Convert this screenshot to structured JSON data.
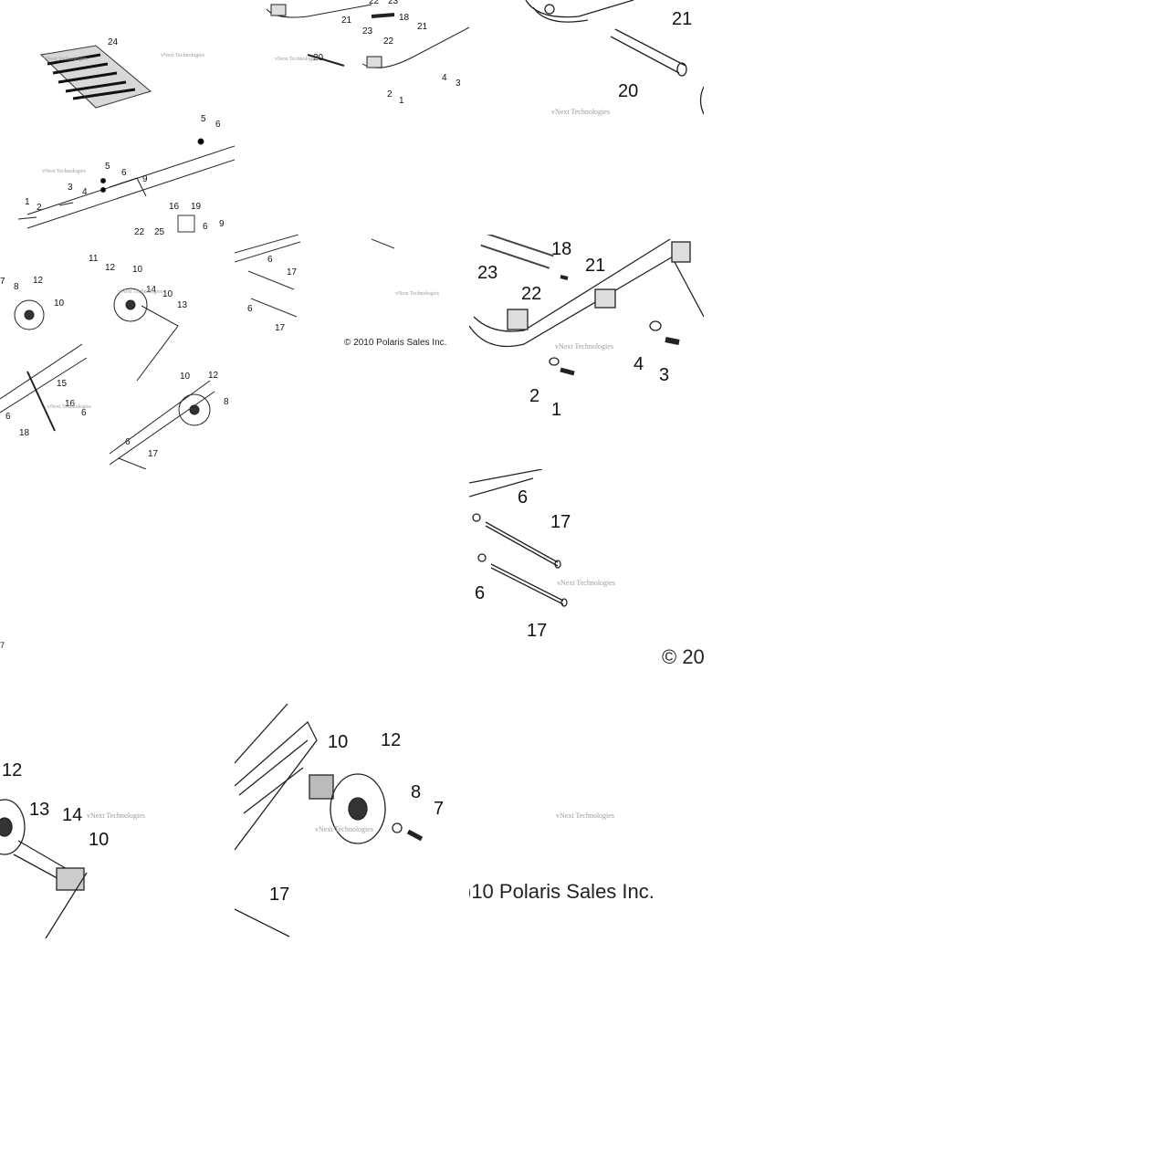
{
  "watermark": "vNext Technologies",
  "copyright": "© 2010 Polaris Sales Inc.",
  "copyright_fragment_right": "© 20",
  "copyright_fragment_left": ")10 Polaris Sales Inc.",
  "colors": {
    "line": "#222222",
    "watermark": "#9a9a9a",
    "background": "#ffffff"
  },
  "callouts": {
    "t00": [
      "24",
      "5",
      "6",
      "5",
      "6",
      "3",
      "4",
      "9",
      "1",
      "2",
      "16",
      "19",
      "22",
      "25",
      "6",
      "9"
    ],
    "t01": [
      "21",
      "22",
      "23",
      "18",
      "21",
      "23",
      "22",
      "20",
      "4",
      "3",
      "2",
      "1"
    ],
    "t02": [
      "21",
      "20"
    ],
    "t10": [
      "7",
      "8",
      "12",
      "10",
      "11",
      "12",
      "10",
      "13",
      "14",
      "10",
      "15",
      "16",
      "6",
      "18",
      "6",
      "10",
      "12",
      "8",
      "6",
      "17"
    ],
    "t11": [
      "6",
      "17",
      "6",
      "17"
    ],
    "t12": [
      "18",
      "21",
      "23",
      "22",
      "4",
      "3",
      "2",
      "1"
    ],
    "t22": [
      "6",
      "17",
      "6",
      "17"
    ],
    "t23": [
      "7"
    ],
    "t30": [
      "12",
      "13",
      "14",
      "10"
    ],
    "t31": [
      "10",
      "12",
      "8",
      "7",
      "17"
    ]
  }
}
